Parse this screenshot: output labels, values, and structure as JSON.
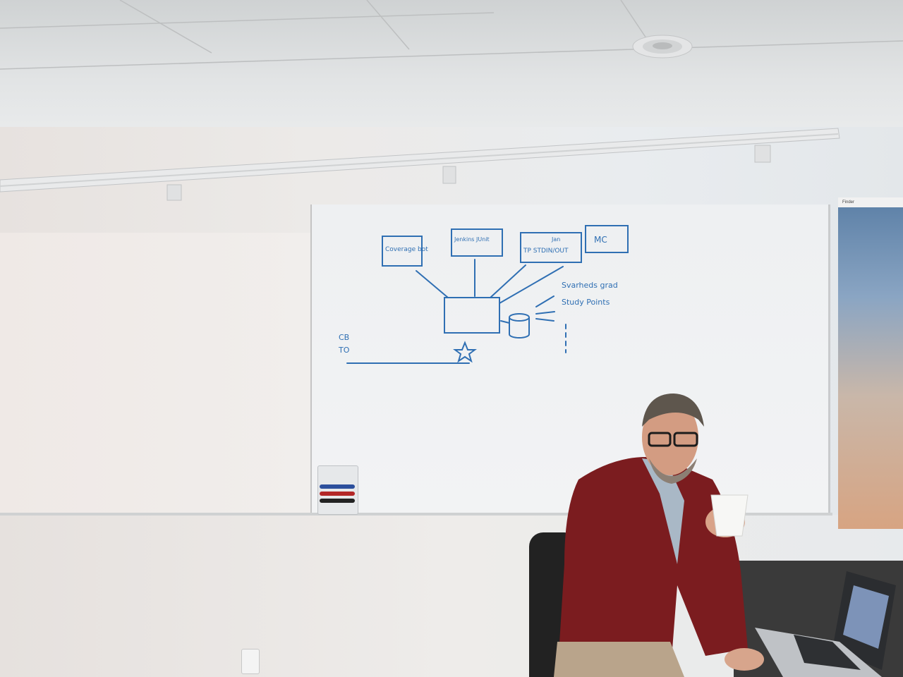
{
  "scene": {
    "whiteboard": {
      "box_labels": [
        "Coverage bot",
        "Jenkins JUnit",
        "TP STDIN/OUT",
        "MC"
      ],
      "box_label_extra": "Jan",
      "side_notes": [
        "Svarheds grad",
        "Study Points"
      ],
      "left_notes": [
        "CB",
        "TO"
      ]
    },
    "screen_menu": "Finder"
  }
}
